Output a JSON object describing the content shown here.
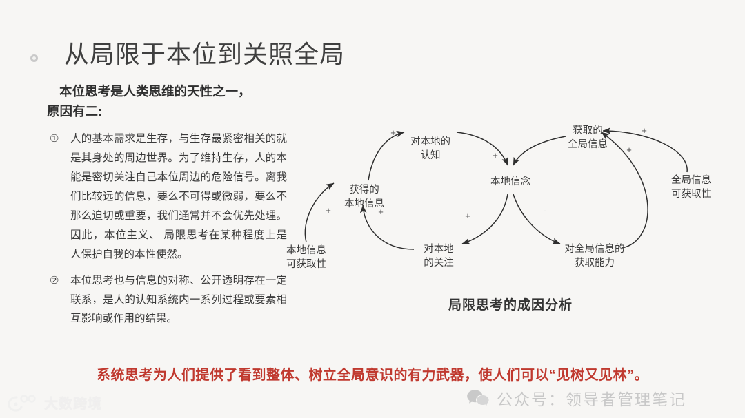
{
  "slide": {
    "title": "从局限于本位到关照全局",
    "bullet_icon": "circle-outline-icon",
    "background_color": "#f7f6f4"
  },
  "left_column": {
    "lead_line_1": "本位思考是人类思维的天性之一，",
    "lead_line_2": "原因有二:",
    "points": [
      {
        "marker": "①",
        "text": "人的基本需求是生存，与生存最紧密相关的就是其身处的周边世界。为了维持生存，人的本能是密切关注自己本位周边的危险信号。离我们比较远的信息，要么不可得或微弱，要么不那么迫切或重要，我们通常并不会优先处理。因此，本位主义、 局限思考在某种程度上是人保护自我的本性使然。"
      },
      {
        "marker": "②",
        "text": "本位思考也与信息的对称、公开透明存在一定联系，是人的认知系统内一系列过程或要素相互影响或作用的结果。"
      }
    ]
  },
  "diagram": {
    "caption": "局限思考的成因分析",
    "nodes": [
      {
        "id": "local_avail",
        "lines": [
          "本地信息",
          "可获取性"
        ]
      },
      {
        "id": "local_info",
        "lines": [
          "获得的",
          "本地信息"
        ]
      },
      {
        "id": "local_cog",
        "lines": [
          "对本地的",
          "认知"
        ]
      },
      {
        "id": "local_belief",
        "lines": [
          "本地信念"
        ]
      },
      {
        "id": "local_focus",
        "lines": [
          "对本地",
          "的关注"
        ]
      },
      {
        "id": "global_info",
        "lines": [
          "获取的",
          "全局信息"
        ]
      },
      {
        "id": "global_cap",
        "lines": [
          "对全局信息的",
          "获取能力"
        ]
      },
      {
        "id": "global_avail",
        "lines": [
          "全局信息",
          "可获取性"
        ]
      }
    ],
    "links": [
      {
        "from": "local_avail",
        "to": "local_info",
        "sign": "+"
      },
      {
        "from": "local_info",
        "to": "local_cog",
        "sign": "+"
      },
      {
        "from": "local_cog",
        "to": "local_belief",
        "sign": "+"
      },
      {
        "from": "local_belief",
        "to": "local_focus",
        "sign": "+"
      },
      {
        "from": "local_focus",
        "to": "local_info",
        "sign": "+"
      },
      {
        "from": "global_info",
        "to": "local_belief",
        "sign": "-"
      },
      {
        "from": "local_belief",
        "to": "global_cap",
        "sign": "-"
      },
      {
        "from": "global_cap",
        "to": "global_info",
        "sign": "+"
      },
      {
        "from": "global_avail",
        "to": "global_info",
        "sign": "+"
      }
    ]
  },
  "conclusion": "系统思考为人们提供了看到整体、树立全局意识的有力武器，使人们可以“见树又见林”。",
  "watermarks": {
    "left_text": "大数跨境",
    "left_icon": "brand-logo-icon",
    "right_text": "公众号：领导者管理笔记",
    "right_icon": "wechat-icon"
  },
  "colors": {
    "title": "#3f3f3f",
    "body": "#3b3b3b",
    "accent_red": "#c0392f",
    "diagram_stroke": "#2f2f2f"
  }
}
